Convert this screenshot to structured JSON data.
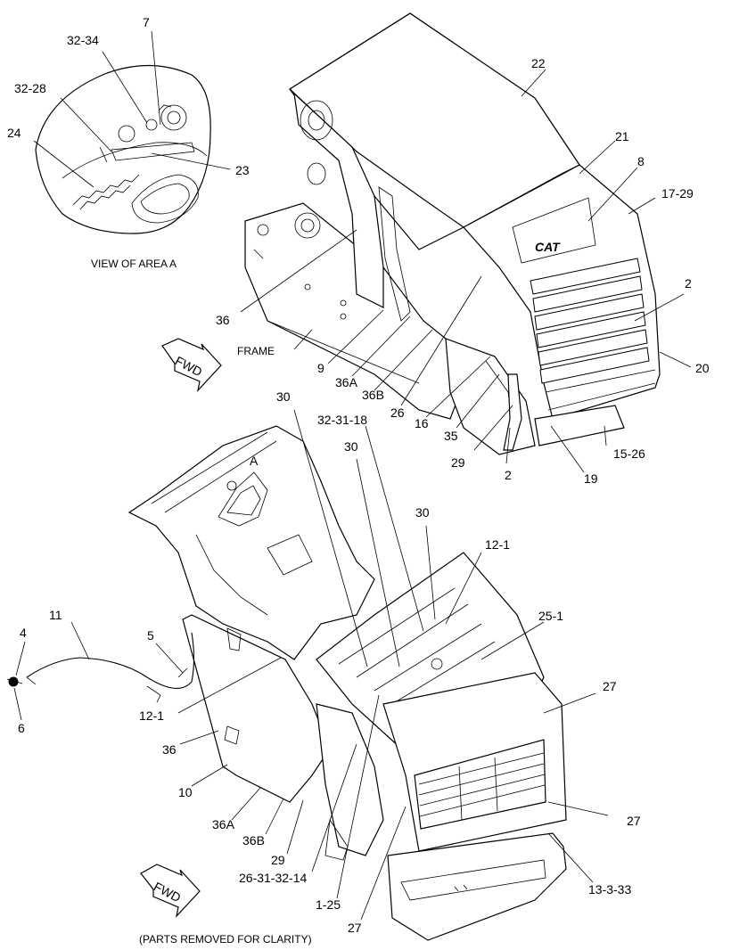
{
  "labels": {
    "l32_34": "32-34",
    "l7": "7",
    "l32_28": "32-28",
    "l24": "24",
    "l23": "23",
    "view_area_a": "VIEW OF AREA  A",
    "l22": "22",
    "l21": "21",
    "l8": "8",
    "l17_29": "17-29",
    "l2_top": "2",
    "l20": "20",
    "l36_top": "36",
    "frame": "FRAME",
    "l9": "9",
    "l36a_top": "36A",
    "l36b_top": "36B",
    "l26": "26",
    "l16": "16",
    "l35": "35",
    "l29_top": "29",
    "l2_mid": "2",
    "l19": "19",
    "l15_26": "15-26",
    "l30_a": "30",
    "l32_31_18": "32-31-18",
    "l30_b": "30",
    "l30_c": "30",
    "l12_1_top": "12-1",
    "l25_1": "25-1",
    "l11": "11",
    "l4": "4",
    "l5": "5",
    "l6": "6",
    "l12_1_left": "12-1",
    "l27_top": "27",
    "l36_bottom": "36",
    "l10": "10",
    "l27_mid": "27",
    "l36a_bottom": "36A",
    "l36b_bottom": "36B",
    "l29_bottom": "29",
    "l26_31_32_14": "26-31-32-14",
    "l13_3_33": "13-3-33",
    "l1_25": "1-25",
    "l27_bottom": "27",
    "area_a": "A",
    "fwd_top": "FWD",
    "fwd_bottom": "FWD",
    "cat_logo": "CAT",
    "caption": "(PARTS REMOVED FOR CLARITY)"
  }
}
